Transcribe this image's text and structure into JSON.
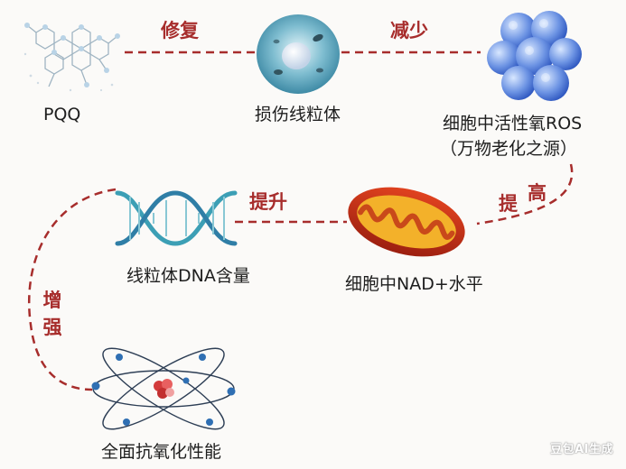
{
  "nodes": {
    "pqq": "PQQ",
    "damaged_mito": "损伤线粒体",
    "ros_line1": "细胞中活性氧ROS",
    "ros_line2": "（万物老化之源）",
    "nad": "细胞中NAD+水平",
    "dna": "线粒体DNA含量",
    "antioxidant": "全面抗氧化性能"
  },
  "edges": {
    "repair": "修复",
    "reduce": "减少",
    "raise_1": "提",
    "raise_2": "高",
    "lift": "提升",
    "enhance_1": "增",
    "enhance_2": "强"
  },
  "watermark": "豆包AI生成",
  "colors": {
    "arrow": "#a72d2c",
    "text": "#1e1e1e",
    "background": "#fbfaf8"
  },
  "icons": {
    "pqq": "molecule-structure-icon",
    "damaged_mito": "cell-icon",
    "ros": "cell-cluster-icon",
    "nad": "mitochondria-icon",
    "dna": "dna-helix-icon",
    "antioxidant": "atom-icon"
  }
}
